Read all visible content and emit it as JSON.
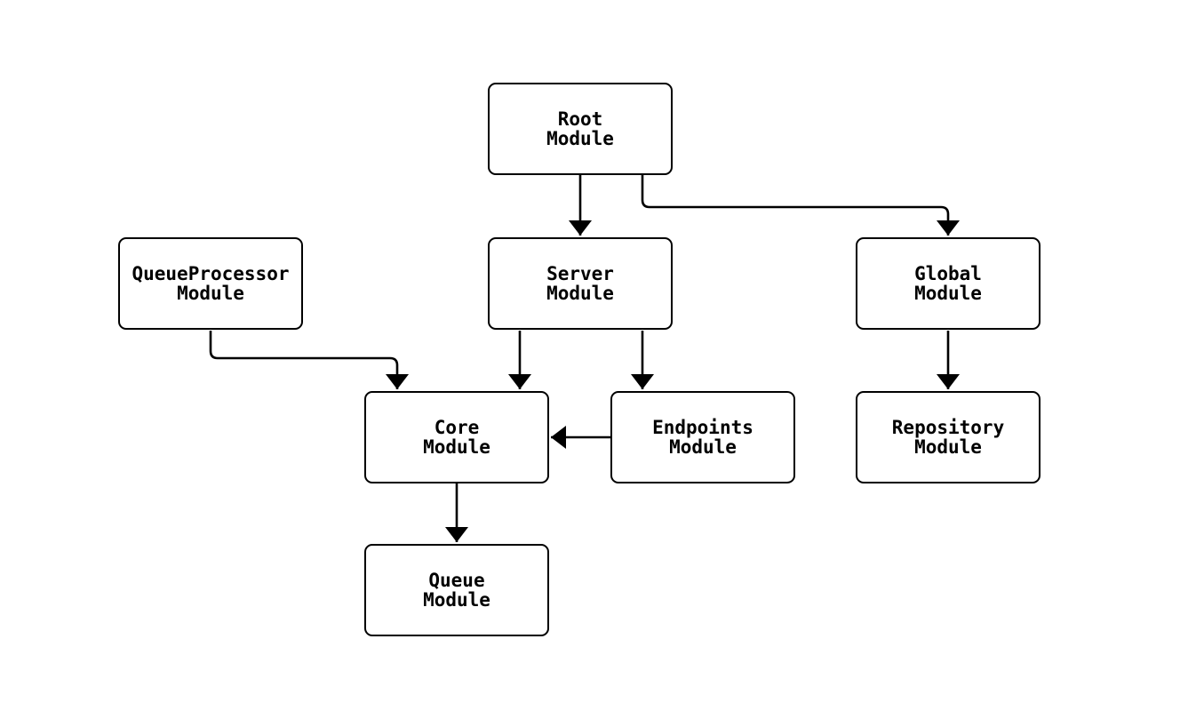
{
  "diagram": {
    "type": "module-dependency-flowchart",
    "colors": {
      "background": "#ffffff",
      "node_fill": "#ffffff",
      "node_border": "#000000",
      "edge_stroke": "#000000",
      "text": "#000000"
    },
    "nodes": [
      {
        "id": "root",
        "label": "Root\nModule"
      },
      {
        "id": "queueprocessor",
        "label": "QueueProcessor\nModule"
      },
      {
        "id": "server",
        "label": "Server\nModule"
      },
      {
        "id": "global",
        "label": "Global\nModule"
      },
      {
        "id": "core",
        "label": "Core\nModule"
      },
      {
        "id": "endpoints",
        "label": "Endpoints\nModule"
      },
      {
        "id": "repository",
        "label": "Repository\nModule"
      },
      {
        "id": "queue",
        "label": "Queue\nModule"
      }
    ],
    "edges": [
      {
        "from": "Root Module",
        "to": "Server Module"
      },
      {
        "from": "Root Module",
        "to": "Global Module"
      },
      {
        "from": "QueueProcessor Module",
        "to": "Core Module"
      },
      {
        "from": "Server Module",
        "to": "Core Module"
      },
      {
        "from": "Server Module",
        "to": "Endpoints Module"
      },
      {
        "from": "Endpoints Module",
        "to": "Core Module"
      },
      {
        "from": "Global Module",
        "to": "Repository Module"
      },
      {
        "from": "Core Module",
        "to": "Queue Module"
      }
    ]
  }
}
